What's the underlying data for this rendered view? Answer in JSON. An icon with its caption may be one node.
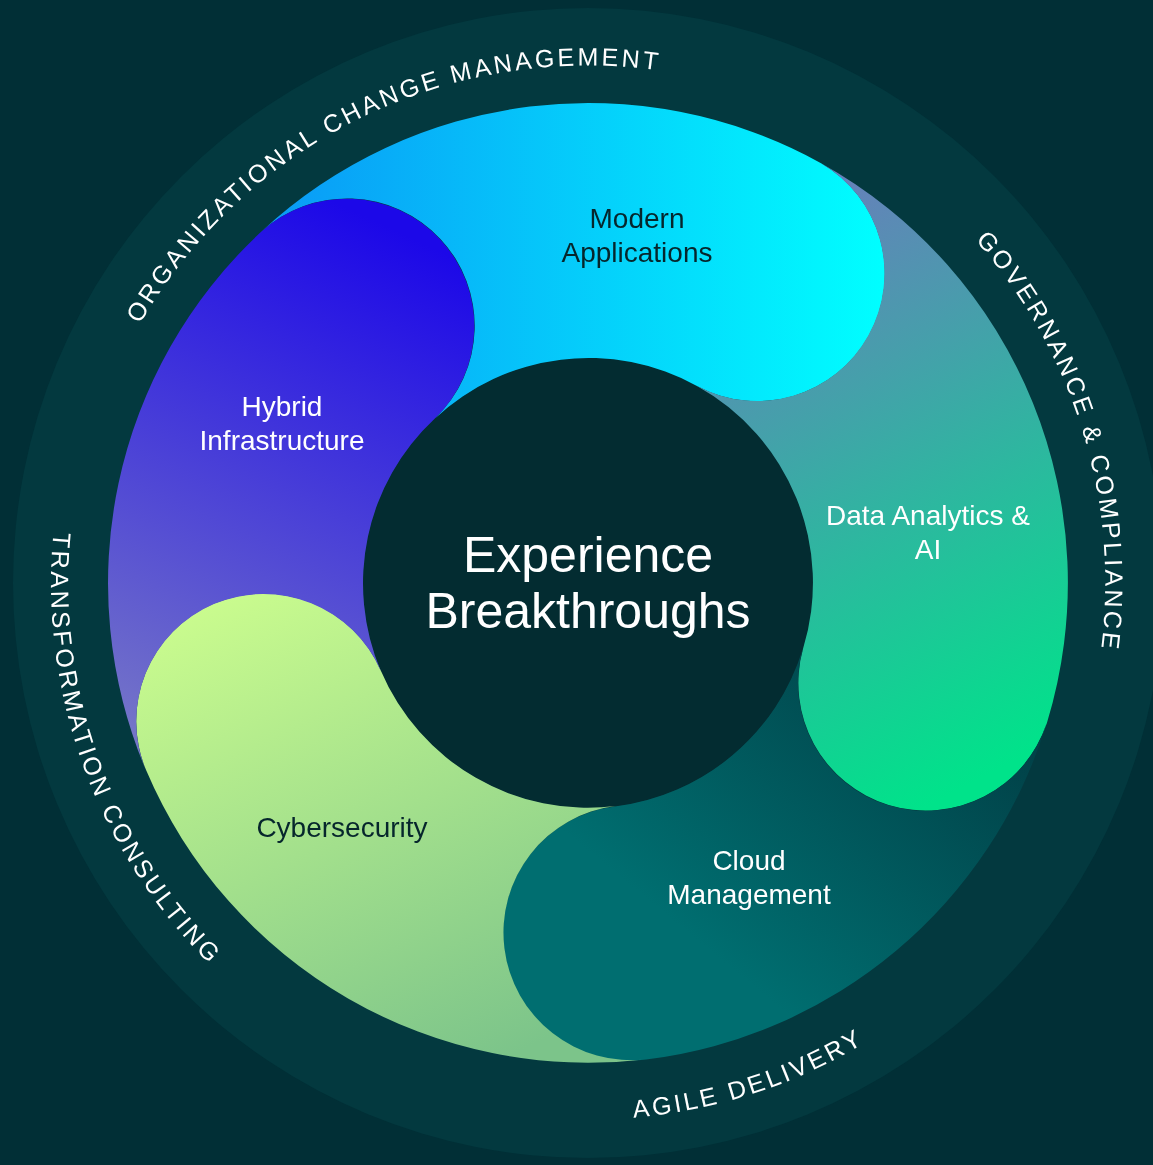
{
  "diagram": {
    "nodes": [
      {
        "text": [
          "Experience Breakthroughs"
        ]
      },
      {
        "text": [
          "Modern Applications"
        ]
      },
      {
        "text": [
          "Data Analytics & AI"
        ]
      },
      {
        "text": [
          "Cloud Management"
        ]
      },
      {
        "text": [
          "Cybersecurity"
        ]
      },
      {
        "text": [
          "Hybrid Infrastructure"
        ]
      }
    ],
    "labels": [
      "ORGANIZATIONAL CHANGE MANAGEMENT",
      "GOVERNANCE & COMPLIANCE",
      "AGILE DELIVERY",
      "TRANSFORMATION CONSULTING"
    ]
  }
}
